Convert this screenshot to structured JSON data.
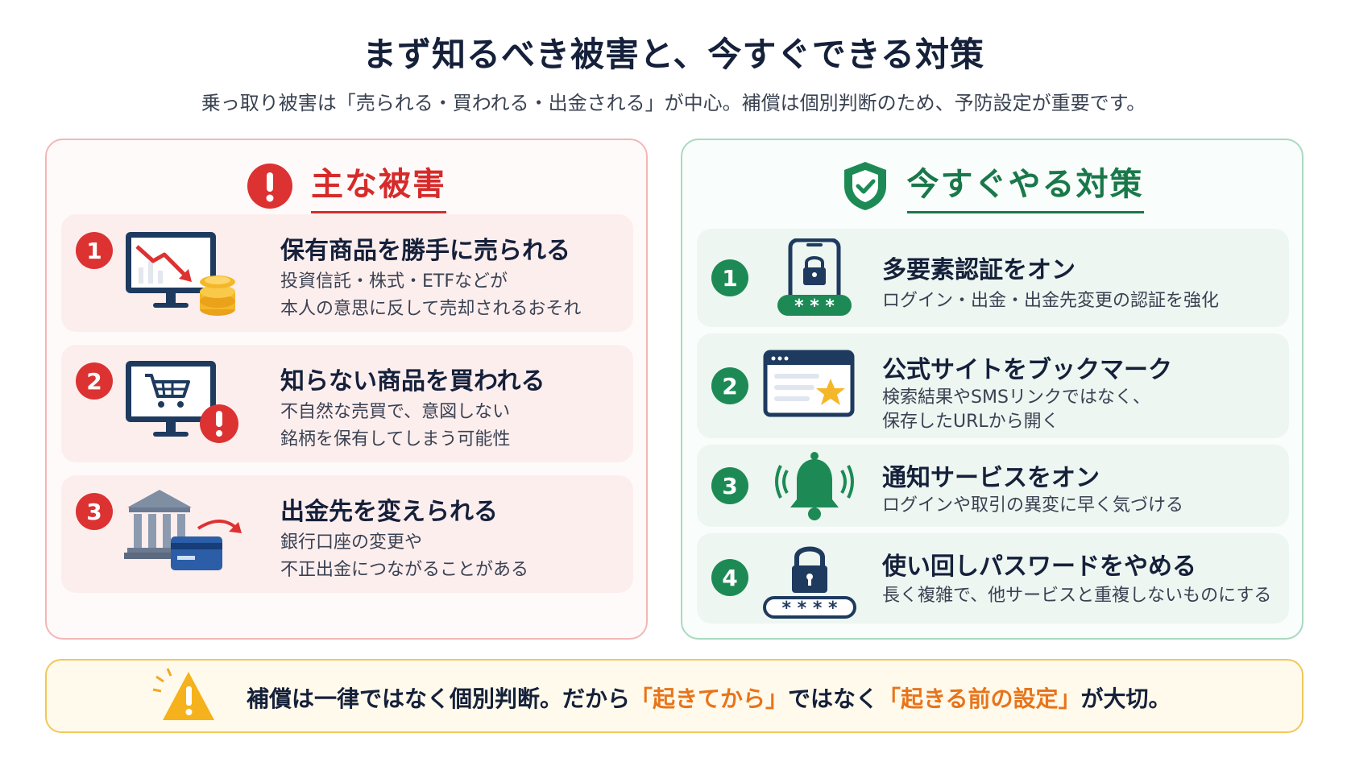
{
  "title": "まず知るべき被害と、今すぐできる対策",
  "subtitle": "乗っ取り被害は「売られる・買われる・出金される」が中心。補償は個別判断のため、予防設定が重要です。",
  "damage": {
    "heading": "主な被害",
    "items": [
      {
        "num": "1",
        "title": "保有商品を勝手に売られる",
        "line1": "投資信託・株式・ETFなどが",
        "line2": "本人の意思に反して売却されるおそれ"
      },
      {
        "num": "2",
        "title": "知らない商品を買われる",
        "line1": "不自然な売買で、意図しない",
        "line2": "銘柄を保有してしまう可能性"
      },
      {
        "num": "3",
        "title": "出金先を変えられる",
        "line1": "銀行口座の変更や",
        "line2": "不正出金につながることがある"
      }
    ]
  },
  "measures": {
    "heading": "今すぐやる対策",
    "items": [
      {
        "num": "1",
        "title": "多要素認証をオン",
        "line1": "ログイン・出金・出金先変更の認証を強化",
        "line2": ""
      },
      {
        "num": "2",
        "title": "公式サイトをブックマーク",
        "line1": "検索結果やSMSリンクではなく、",
        "line2": "保存したURLから開く"
      },
      {
        "num": "3",
        "title": "通知サービスをオン",
        "line1": "ログインや取引の異変に早く気づける",
        "line2": ""
      },
      {
        "num": "4",
        "title": "使い回しパスワードをやめる",
        "line1": "長く複雑で、他サービスと重複しないものにする",
        "line2": ""
      }
    ]
  },
  "banner": {
    "part1": "補償は一律ではなく個別判断。だから",
    "hl1": "「起きてから」",
    "part2": "ではなく",
    "hl2": "「起きる前の設定」",
    "part3": "が大切。"
  },
  "colors": {
    "damage_accent": "#dc3232",
    "measure_accent": "#1d8a55",
    "highlight": "#e8741a",
    "navy": "#1e3a5f"
  },
  "icons": {
    "damage_heading": "exclamation-circle-icon",
    "measures_heading": "shield-check-icon",
    "damage_1": "monitor-falling-chart-coins-icon",
    "damage_2": "monitor-cart-alert-icon",
    "damage_3": "bank-card-arrow-icon",
    "measure_1": "phone-lock-password-icon",
    "measure_2": "browser-star-bookmark-icon",
    "measure_3": "bell-notification-icon",
    "measure_4": "padlock-password-icon",
    "banner": "warning-triangle-icon"
  }
}
